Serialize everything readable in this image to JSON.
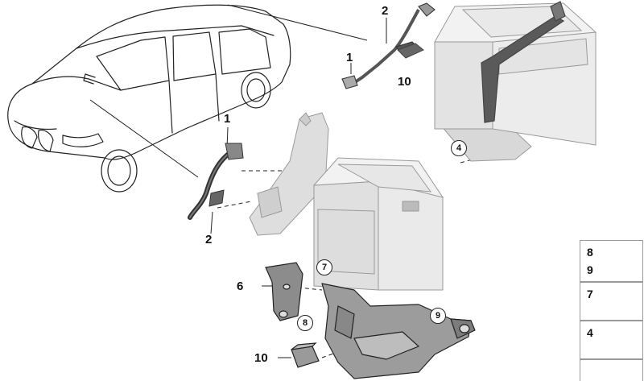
{
  "callouts": {
    "c1_top": "1",
    "c2_top": "2",
    "c10_top": "10",
    "c1_mid": "1",
    "c2_mid": "2",
    "c6": "6",
    "c10_bottom": "10",
    "c4_circled": "4",
    "c7_circled": "7",
    "c8_circled": "8",
    "c9_circled": "9"
  },
  "legend": {
    "row1_a": "8",
    "row1_b": "9",
    "row2": "7",
    "row3": "4"
  }
}
